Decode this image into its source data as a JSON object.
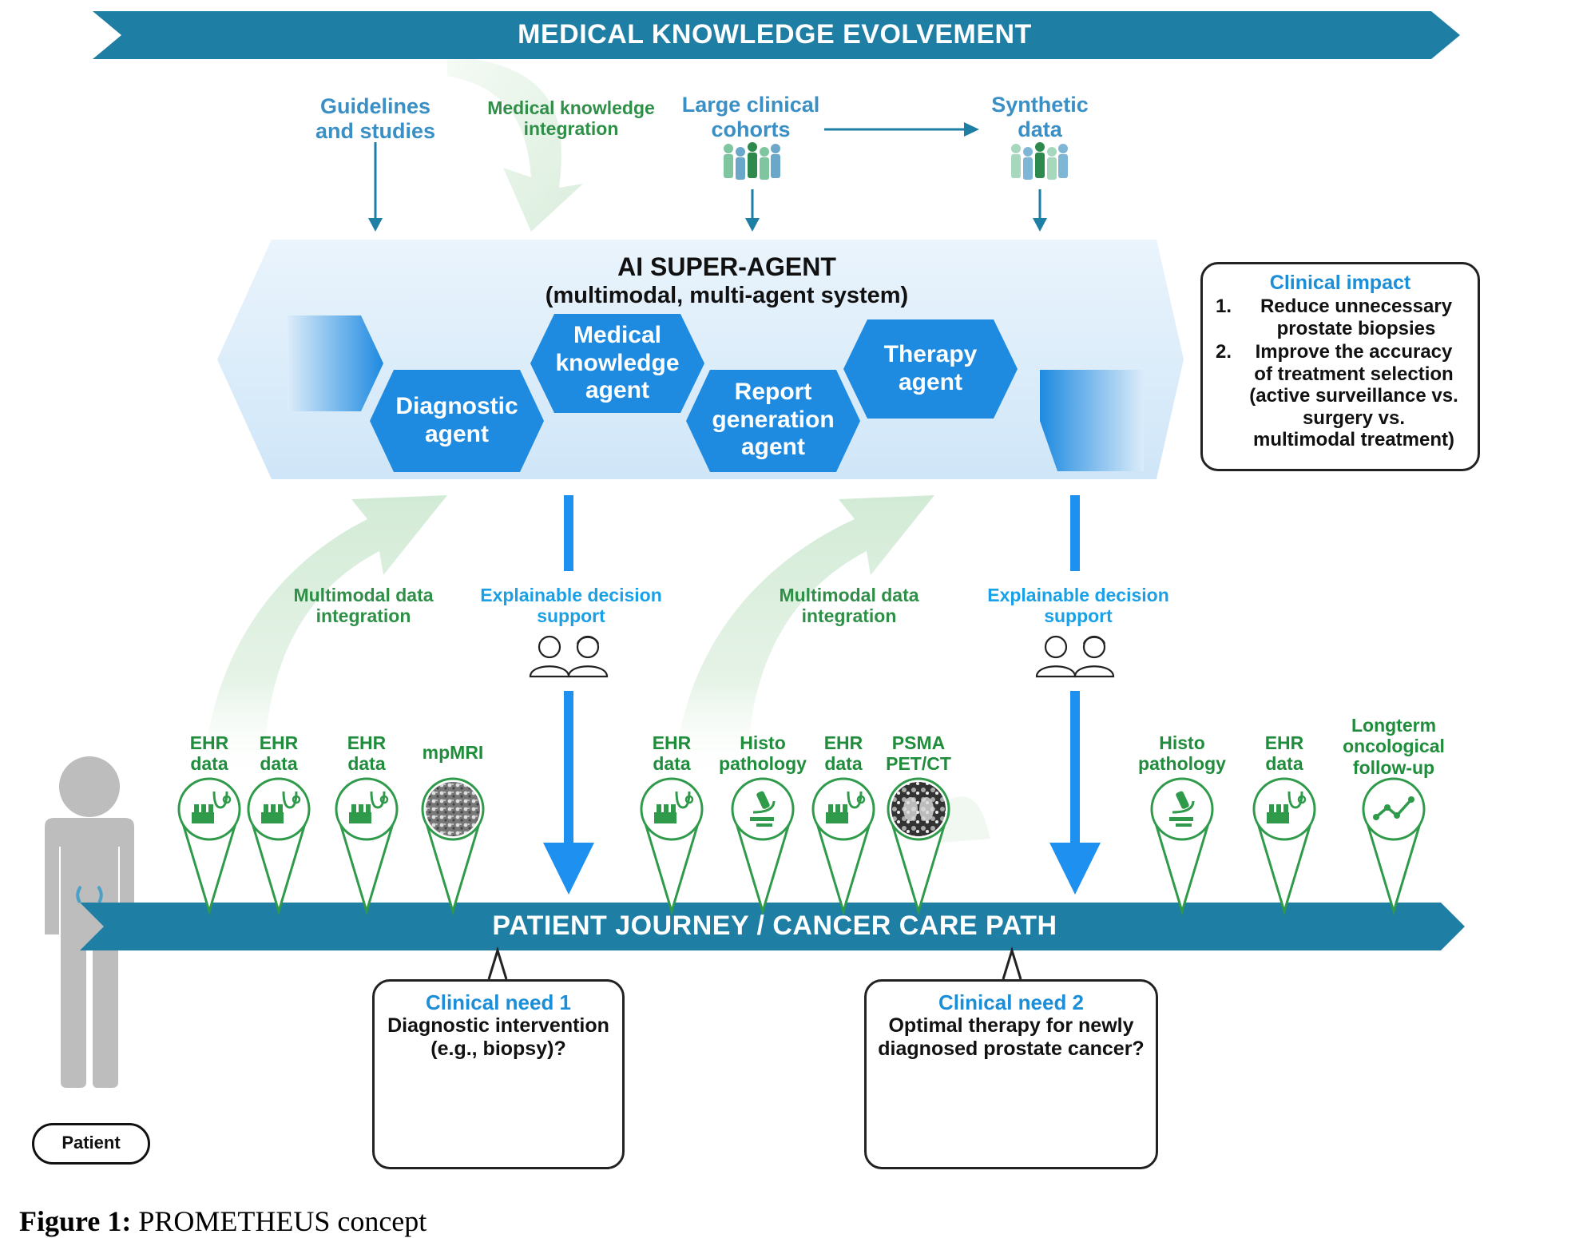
{
  "top_banner": "MEDICAL KNOWLEDGE EVOLVEMENT",
  "bottom_banner": "PATIENT JOURNEY / CANCER CARE PATH",
  "inputs": {
    "guidelines": "Guidelines\nand studies",
    "knowledge_integration": "Medical knowledge\nintegration",
    "cohorts": "Large clinical\ncohorts",
    "synthetic": "Synthetic\ndata"
  },
  "super_agent": {
    "title": "AI SUPER-AGENT",
    "subtitle": "(multimodal, multi-agent system)",
    "agents": {
      "diagnostic": "Diagnostic\nagent",
      "knowledge": "Medical\nknowledge\nagent",
      "report": "Report\ngeneration\nagent",
      "therapy": "Therapy\nagent"
    }
  },
  "clinical_impact": {
    "title": "Clinical impact",
    "item1_num": "1.",
    "item1": "Reduce unnecessary\nprostate biopsies",
    "item2_num": "2.",
    "item2": "Improve the accuracy\nof treatment selection\n(active surveillance vs.\nsurgery vs.\nmultimodal treatment)"
  },
  "flows": {
    "multimodal_1": "Multimodal data\nintegration",
    "explainable_1": "Explainable decision\nsupport",
    "multimodal_2": "Multimodal data\nintegration",
    "explainable_2": "Explainable decision\nsupport"
  },
  "data_sources": [
    {
      "label": "EHR\ndata",
      "icon": "ehr-icon"
    },
    {
      "label": "EHR\ndata",
      "icon": "ehr-icon"
    },
    {
      "label": "EHR\ndata",
      "icon": "ehr-icon"
    },
    {
      "label": "mpMRI",
      "icon": "mri-image-icon"
    },
    {
      "label": "EHR\ndata",
      "icon": "ehr-icon"
    },
    {
      "label": "Histo\npathology",
      "icon": "microscope-icon"
    },
    {
      "label": "EHR\ndata",
      "icon": "ehr-icon"
    },
    {
      "label": "PSMA\nPET/CT",
      "icon": "petct-image-icon"
    },
    {
      "label": "Histo\npathology",
      "icon": "microscope-icon"
    },
    {
      "label": "EHR\ndata",
      "icon": "ehr-icon"
    },
    {
      "label": "Longterm\noncological\nfollow-up",
      "icon": "trend-line-icon"
    }
  ],
  "clinical_need_1": {
    "title": "Clinical need 1",
    "text": "Diagnostic intervention\n(e.g., biopsy)?"
  },
  "clinical_need_2": {
    "title": "Clinical need 2",
    "text": "Optimal therapy for newly\ndiagnosed prostate cancer?"
  },
  "patient_label": "Patient",
  "caption": {
    "prefix": "Figure 1:",
    "text": " PROMETHEUS concept"
  },
  "colors": {
    "banner": "#1e7ea4",
    "hex_agent": "#1e8ae0",
    "super_agent_bg": "#dcedfa",
    "data_green": "#2e9a4a",
    "arrow_blue": "#1e90ef",
    "sweep_green": "#e3f2e5",
    "patient_grey": "#bdbdbd"
  }
}
